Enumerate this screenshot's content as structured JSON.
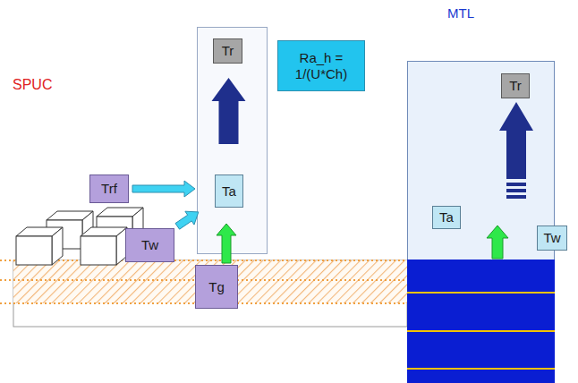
{
  "diagram": {
    "nodes": [
      {
        "text": [
          "Tr"
        ]
      },
      {
        "text": [
          "Ta"
        ]
      },
      {
        "text": [
          "Ra_h = 1/(U*Ch)"
        ]
      },
      {
        "text": [
          "Trf"
        ]
      },
      {
        "text": [
          "Tw"
        ]
      },
      {
        "text": [
          "Tg"
        ]
      },
      {
        "text": [
          "Tr"
        ]
      },
      {
        "text": [
          "Ta"
        ]
      },
      {
        "text": [
          "Tw"
        ]
      }
    ],
    "edges": [
      {
        "from": 1,
        "to": 0,
        "arrow": "to"
      },
      {
        "from": 3,
        "to": 1,
        "arrow": "to"
      },
      {
        "from": 4,
        "to": 1,
        "arrow": "to"
      },
      {
        "from": 5,
        "to": 1,
        "arrow": "to"
      }
    ],
    "labels": [
      "SPUC",
      "MTL"
    ]
  }
}
